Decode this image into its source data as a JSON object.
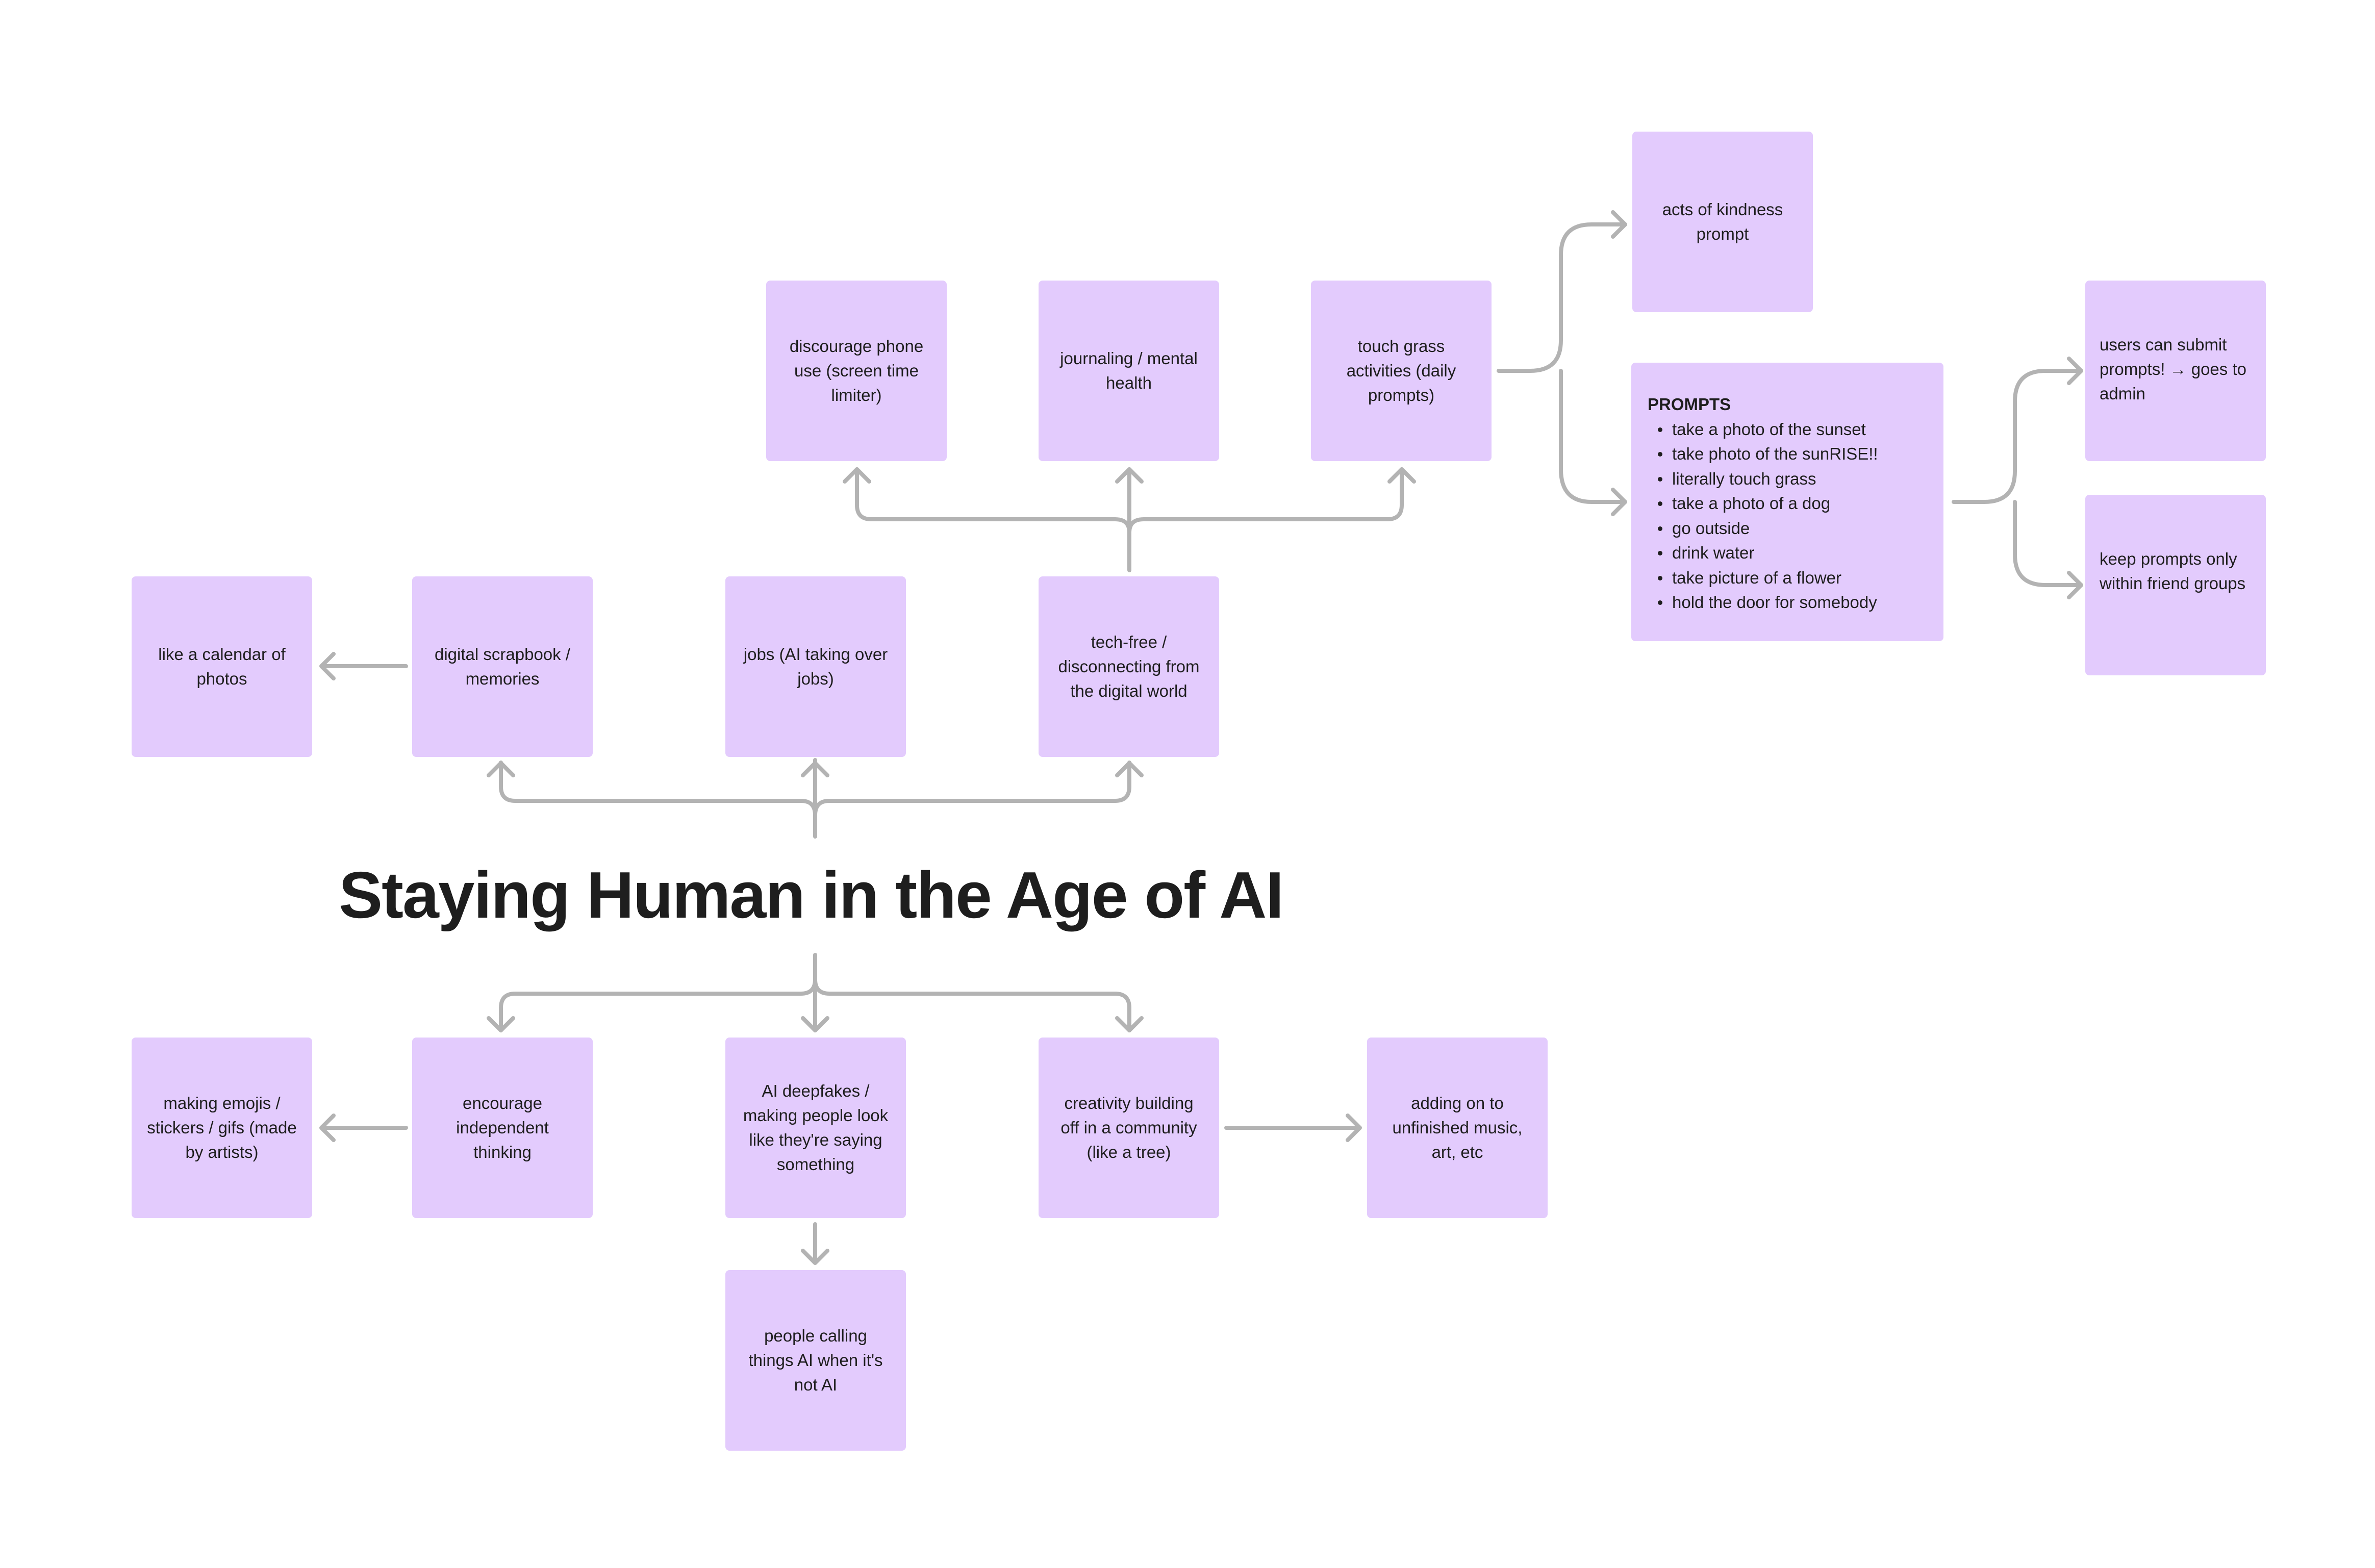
{
  "title": "Staying Human in the Age of AI",
  "notes": {
    "discourage_phone": "discourage phone use (screen time limiter)",
    "journaling": "journaling / mental health",
    "touch_grass": "touch grass activities (daily prompts)",
    "acts_kindness": "acts of kindness prompt",
    "users_submit": "users can submit prompts! → goes to admin",
    "keep_prompts": "keep prompts only within friend groups",
    "calendar_photos": "like a calendar of photos",
    "digital_scrapbook": "digital scrapbook / memories",
    "jobs": "jobs (AI taking over jobs)",
    "tech_free": "tech-free / disconnecting from the digital world",
    "making_emojis": "making emojis / stickers / gifs (made by artists)",
    "encourage_thinking": "encourage independent thinking",
    "ai_deepfakes": "AI deepfakes / making people look like they're saying something",
    "creativity_community": "creativity building off in a community (like a tree)",
    "adding_on": "adding on to unfinished music, art, etc",
    "people_calling": "people calling things AI when it's not AI"
  },
  "prompts": {
    "heading": "PROMPTS",
    "items": [
      "take a photo of the sunset",
      "take photo of the sunRISE!!",
      "literally touch grass",
      "take a photo of a dog",
      "go outside",
      "drink water",
      "take picture of a flower",
      "hold the door for somebody"
    ]
  },
  "colors": {
    "sticky": "#e3cbfd",
    "connector": "#b3b3b3",
    "text": "#1e1e1e",
    "background": "#ffffff"
  }
}
